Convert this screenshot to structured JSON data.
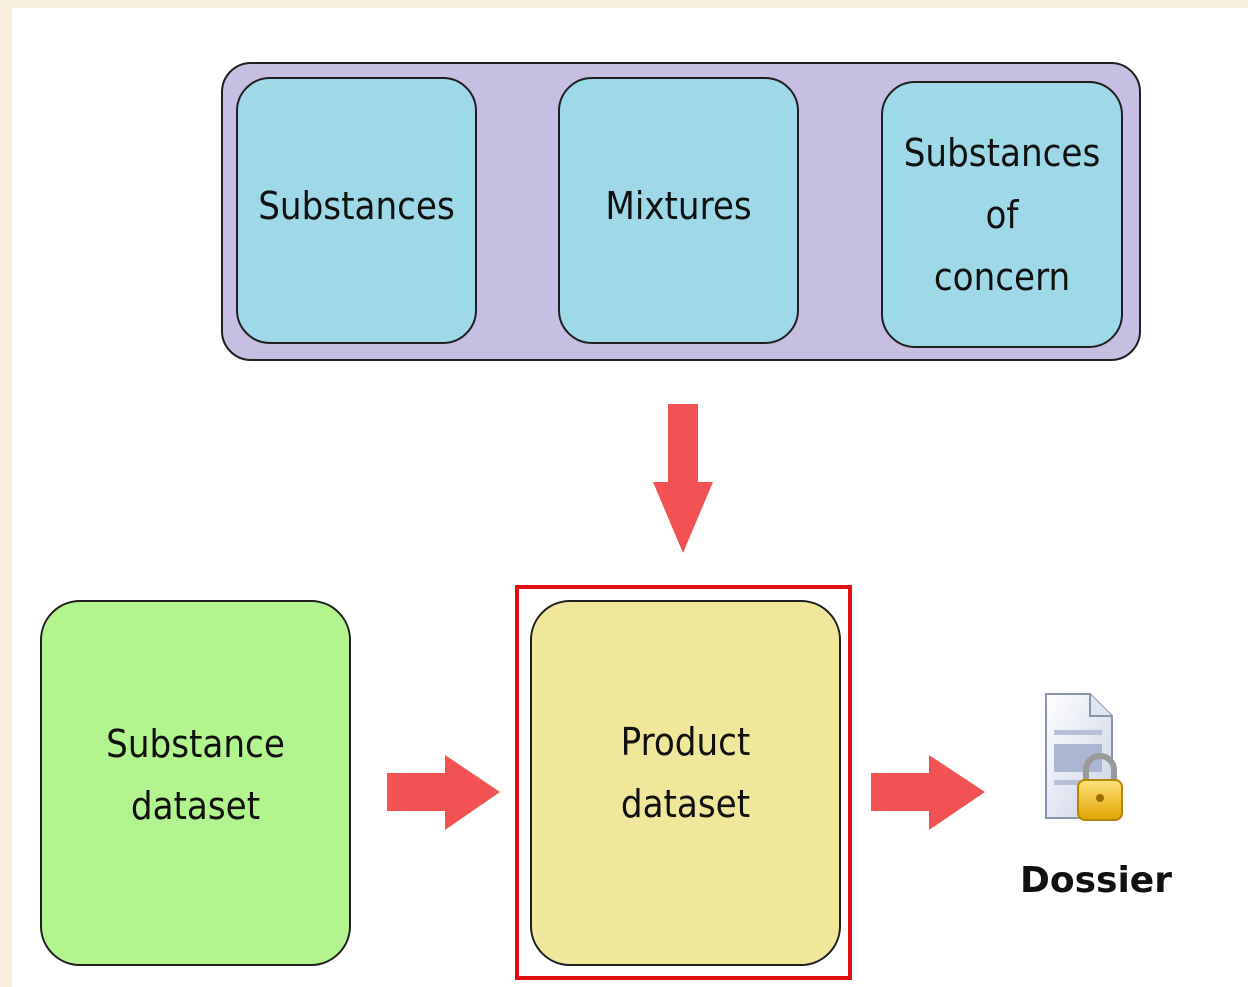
{
  "group_boxes": [
    {
      "lines": [
        "Substances"
      ]
    },
    {
      "lines": [
        "Mixtures"
      ]
    },
    {
      "lines": [
        "Substances",
        "of",
        "concern"
      ]
    }
  ],
  "substance_dataset": {
    "lines": [
      "Substance",
      "dataset"
    ]
  },
  "product_dataset": {
    "lines": [
      "Product",
      "dataset"
    ]
  },
  "dossier": {
    "label": "Dossier",
    "icon": "locked-document-icon"
  },
  "colors": {
    "group_bg": "#c6bfe3",
    "cyan_box": "#9ed9e9",
    "green_box": "#b2f58e",
    "yellow_box": "#f1e79a",
    "arrow": "#f25252",
    "highlight": "#e01010"
  }
}
